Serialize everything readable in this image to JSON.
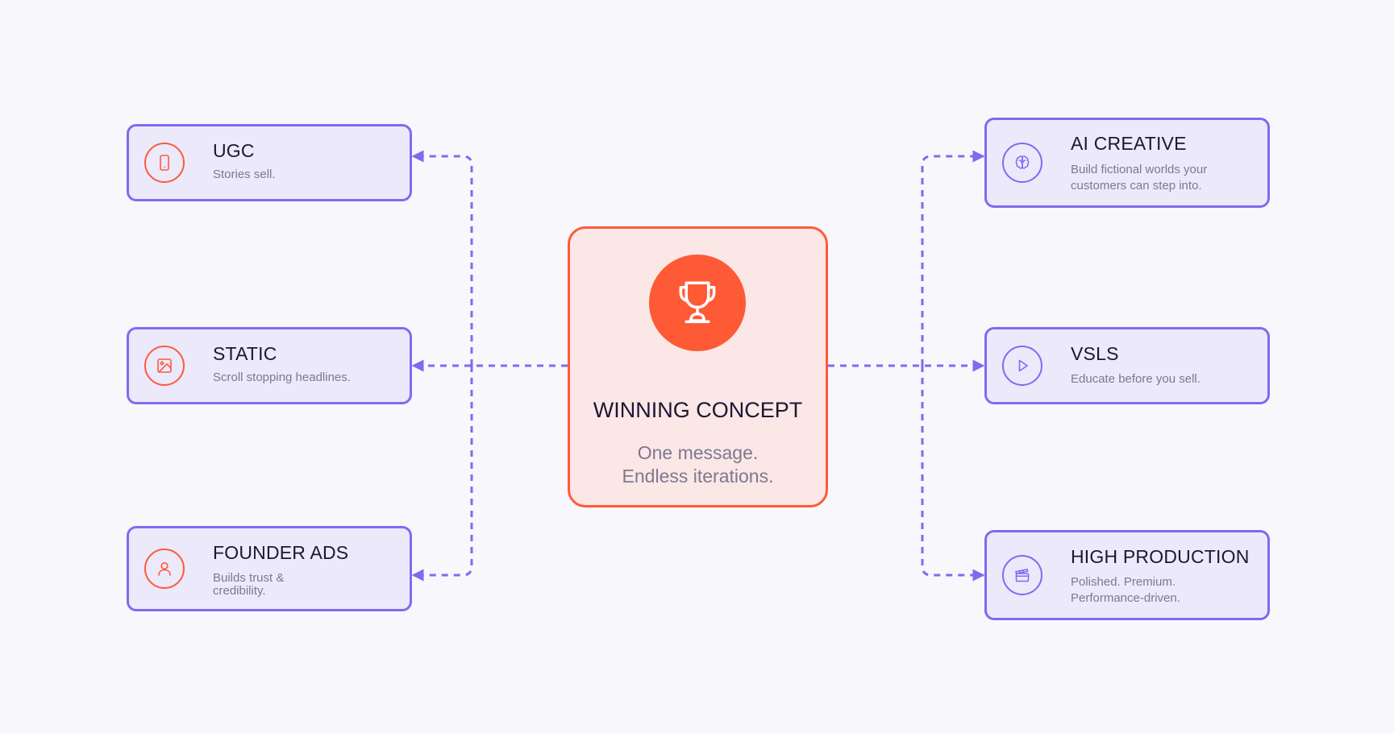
{
  "center": {
    "title": "WINNING CONCEPT",
    "subtitle_line1": "One message.",
    "subtitle_line2": "Endless iterations.",
    "icon": "trophy-icon"
  },
  "left_cards": [
    {
      "title": "UGC",
      "description": "Stories sell.",
      "icon": "smartphone-icon"
    },
    {
      "title": "STATIC",
      "description": "Scroll stopping headlines.",
      "icon": "image-icon"
    },
    {
      "title": "FOUNDER ADS",
      "description": "Builds trust & credibility.",
      "icon": "user-icon"
    }
  ],
  "right_cards": [
    {
      "title": "AI CREATIVE",
      "description": "Build fictional worlds your customers can step into.",
      "icon": "brain-icon"
    },
    {
      "title": "VSLS",
      "description": "Educate before you sell.",
      "icon": "play-icon"
    },
    {
      "title": "HIGH PRODUCTION",
      "description": "Polished. Premium. Performance-driven.",
      "icon": "clapperboard-icon"
    }
  ],
  "colors": {
    "accent_orange": "#ff5a36",
    "accent_purple": "#7c6cf0",
    "card_fill": "#ece9fb",
    "center_fill": "#fae7e6",
    "background": "#f8f7fb"
  }
}
